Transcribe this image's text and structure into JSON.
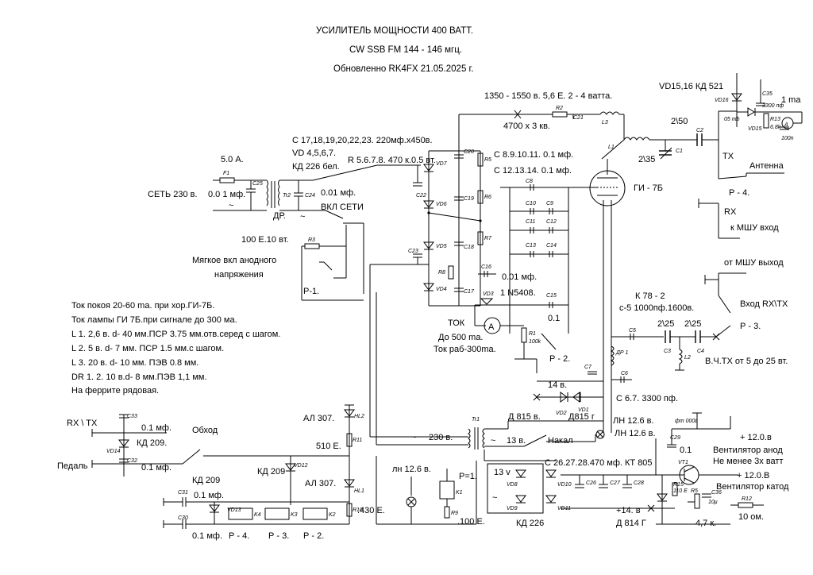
{
  "title": {
    "line1": "УСИЛИТЕЛЬ  МОЩНОСТИ  400 ВАТТ.",
    "line2": "CW  SSB   FM    144 - 146  мгц.",
    "line3": "Обновленно   RK4FX 21.05.2025 г."
  },
  "top_labels": {
    "anode_voltage": "1350 - 1550 в.  5,6 Е.  2 - 4 ватта.",
    "anode_caps": "4700 х 3 кв.",
    "vd15": "VD15,16 КД 521",
    "ma1": "1 ma",
    "c35": "3300 пф",
    "c2_val": "2\\50",
    "c1_val": "2\\35",
    "tx": "TX",
    "antenna": "Антенна",
    "p4": "Р - 4.",
    "rx": "RX",
    "lna_in": "к МШУ вход",
    "lna_out": "от МШУ выход",
    "input_rxtx": "Вход RX\\TX",
    "k78": "К 78 - 2",
    "c5val": "с-5 1000пф.1600в.",
    "c3val": "2\\25",
    "c4val": "2\\25",
    "p3": "Р - 3.",
    "rf_in": "В.Ч.TX от 5 до 25 вт."
  },
  "power_labels": {
    "caps_c17": "С 17,18,19,20,22,23. 220мф.х450в.",
    "vd456": "VD 4,5,6,7.",
    "kd226": "КД 226 бел.",
    "r5678": "R 5.6.7.8. 470 к.0.5 вт.",
    "fuse": "5.0 А.",
    "mains": "СЕТЬ 230 в.",
    "c25": "0.0 1 мф.",
    "c24": "0.01 мф.",
    "dr": "ДР.",
    "power_on": "ВКЛ СЕТИ",
    "r3": "100 Е.10 вт.",
    "soft_start1": "Мягкое вкл анодного",
    "soft_start2": "напряжения",
    "p1": "Р-1."
  },
  "grid_labels": {
    "c8_11": "С 8.9.10.11. 0.1 мф.",
    "c12_14": "С 12.13.14. 0.1 мф.",
    "tube": "ГИ - 7Б",
    "c16": "0.01 мф.",
    "n5408": "1 N5408.",
    "c15": "0.1",
    "current": "ТОК",
    "amp": "A",
    "range": "До 500 ma.",
    "work": "Ток раб-300ma.",
    "p2": "Р - 2.",
    "v14": "14 в.",
    "c67": "С 6.7. 3300 пф.",
    "d815": "Д 815 в.",
    "d815g": "Д815 г",
    "filament_lamp": "ЛН 12.6 в.",
    "filament": "Накал",
    "v230": "230 в.",
    "v13": "13 в."
  },
  "notes": [
    "Ток покоя 20-60 ma. при хор.ГИ-7Б.",
    "Ток лампы ГИ 7Б.при сигнале до 300 ма.",
    "L 1. 2,6 в. d- 40 мм.ПСР 3.75 мм.отв.серед с шагом.",
    "L 2. 5  в. d- 7 мм. ПСР  1.5 мм.с шагом.",
    "L 3. 20 в. d- 10 мм. ПЭВ 0.8 мм.",
    "DR 1. 2. 10 в.d- 8 мм.ПЭВ 1,1 мм.",
    "На феррите рядовая."
  ],
  "lower_left": {
    "rxtx": "RX \\ TX",
    "c33": "0.1 мф.",
    "kd209a": "КД 209.",
    "pedal": "Педаль",
    "c32": "0.1 мф.",
    "bypass": "Обход",
    "al307a": "АЛ 307.",
    "r11": "510 Е.",
    "kd209b": "КД 209",
    "kd209c": "КД  209",
    "c31": "0.1 мф.",
    "al307b": "АЛ 307.",
    "r10": ".430 Е.",
    "c30": "0.1 мф.",
    "p4": "Р - 4.",
    "p3": "Р - 3.",
    "p2": "Р - 2."
  },
  "lower_right": {
    "lamp": "лн 12.6 в.",
    "p1": "Р=1.",
    "r9": ".100 Е.",
    "v13": "13 v",
    "c26": "С 26.27.28.470 мф.  КТ 805",
    "kd226": "КД  226",
    "v14": "+14. в",
    "d814": "Д 814 Г",
    "lamp2": "ЛН 12.6 в.",
    "c29": "0.1",
    "fan_plus": "+ 12.0.в",
    "fan_anode": "Вентилятор анод",
    "fan_power": "Не менее 3х ватт",
    "fan_plus2": "+ 12.0.В",
    "fan_cathode": "Вентилятор катод",
    "r5k": "4,7 к.",
    "r12": "10 ом."
  },
  "components": {
    "f1": "F1",
    "c25": "C25",
    "tr2": "Tr2",
    "c24": "C24",
    "r3": "R3",
    "r2": "R2",
    "c21": "C21",
    "l3": "L3",
    "l1": "L1",
    "c1": "C1",
    "c2": "C2",
    "vd7": "VD7",
    "vd6": "VD6",
    "vd5": "VD5",
    "vd4": "VD4",
    "c20": "C20",
    "c19": "C19",
    "c18": "C18",
    "c17": "C17",
    "c22": "C22",
    "c23": "C23",
    "r5": "R5",
    "r6": "R6",
    "r7": "R7",
    "r8": "R8",
    "c8": "C8",
    "c9": "C9",
    "c10": "C10",
    "c11": "C11",
    "c12": "C12",
    "c13": "C13",
    "c14": "C14",
    "c15": "C15",
    "c16": "C16",
    "vd3": "VD3",
    "r1": "R1",
    "r1v": "100k",
    "dr1": "ДР 1",
    "c5": "C5",
    "c3": "C3",
    "c4": "C4",
    "l2": "L2",
    "c6": "C6",
    "c7": "C7",
    "vd2": "VD2",
    "vd1": "VD1",
    "tr1": "Tr1",
    "c33": "C33",
    "c32": "C32",
    "vd14": "VD14",
    "vd12": "VD12",
    "vd13": "VD13",
    "hl2": "HL2",
    "hl1": "HL1",
    "r11": "R11",
    "r10": "R10",
    "c31": "C31",
    "c30": "C30",
    "k4": "K4",
    "k3": "K3",
    "k2": "K2",
    "k1": "K1",
    "r9": "R9",
    "vd8": "VD8",
    "vd9": "VD9",
    "vd10": "VD10",
    "vd11": "VD11",
    "c26": "C26",
    "c27": "C27",
    "c28": "C28",
    "c29": "C29",
    "c36": "C36",
    "vt1": "VT1",
    "r15": "R15",
    "r15v": "110 E",
    "r5c": "R5",
    "r12": "R12",
    "vd15": "VD15",
    "vd16": "VD16",
    "c35": "C35",
    "r13": "R13",
    "r13v": "6.8k",
    "c34": "05 пф",
    "c37": "100n",
    "c36v": "10μ"
  }
}
